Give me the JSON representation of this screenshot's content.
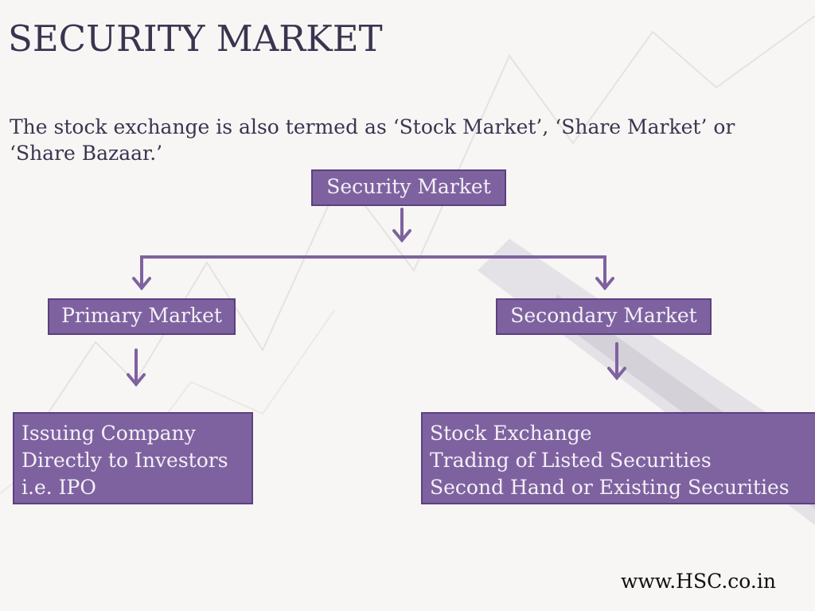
{
  "title": "SECURITY MARKET",
  "subtitle": "The stock exchange is also termed as ‘Stock Market’, ‘Share Market’ or ‘Share Bazaar.’",
  "diagram": {
    "root": "Security Market",
    "primary": {
      "label": "Primary Market",
      "details": [
        "Issuing Company",
        "Directly to Investors",
        "i.e. IPO"
      ]
    },
    "secondary": {
      "label": "Secondary Market",
      "details": [
        "Stock Exchange",
        "Trading of Listed Securities",
        "Second Hand or Existing Securities"
      ]
    }
  },
  "footer": "www.HSC.co.in",
  "colors": {
    "box_fill": "#7e62a0",
    "box_border": "#5a4180",
    "connector": "#7e62a0"
  }
}
